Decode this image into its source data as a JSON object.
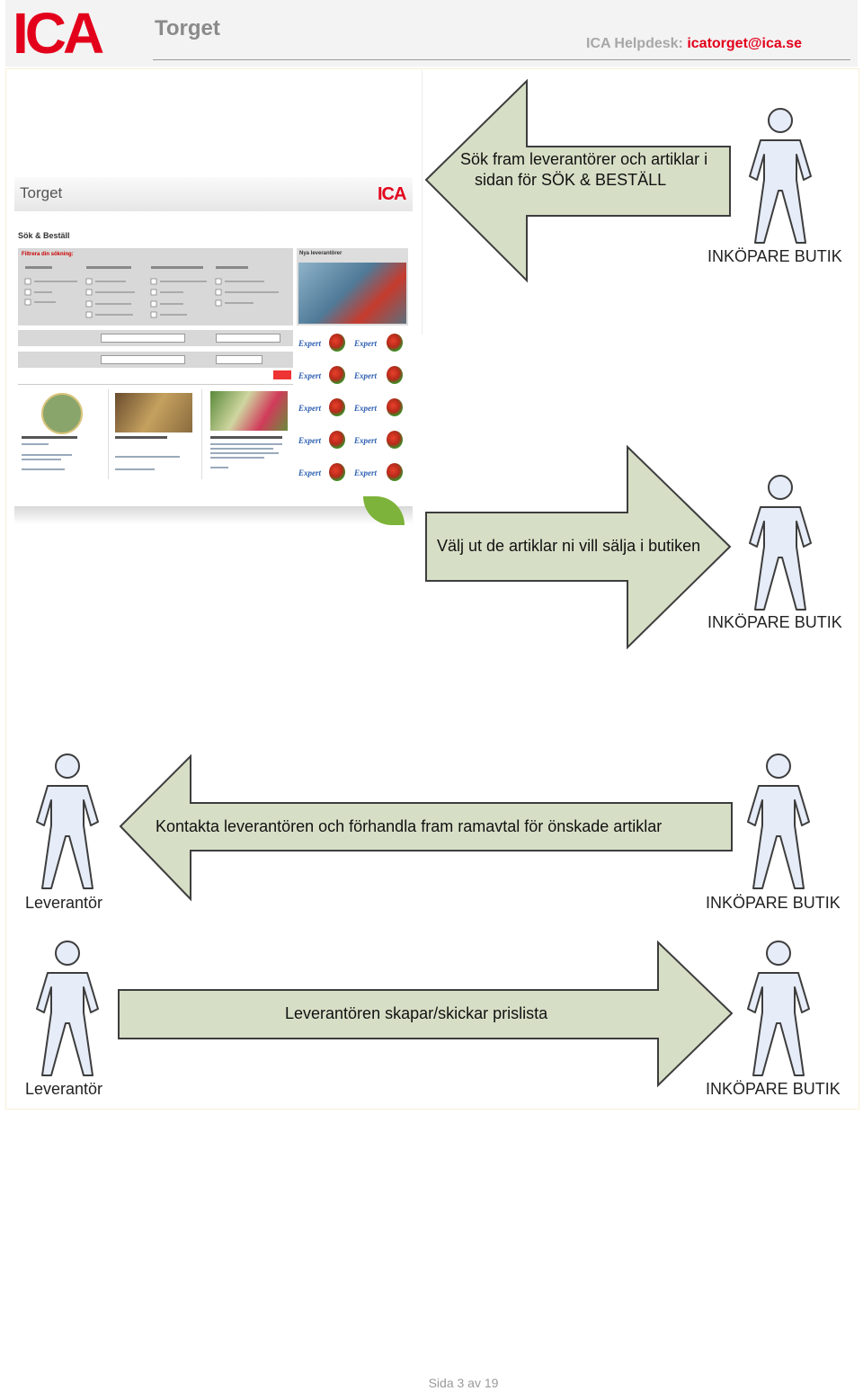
{
  "header": {
    "logo": "ICA",
    "title": "Torget",
    "helpdesk_label": "ICA Helpdesk:",
    "helpdesk_email": "icatorget@ica.se"
  },
  "mini_screenshot": {
    "title": "Torget",
    "logo": "ICA",
    "heading": "Sök & Beställ",
    "filter_heading": "Filtrera din sökning:",
    "news_heading": "Nya leverantörer",
    "expert_label": "Expert"
  },
  "diagram": {
    "steps": [
      {
        "caption_lines": [
          "Sök fram leverantörer och artiklar i",
          "sidan för SÖK & BESTÄLL"
        ],
        "left_role": "",
        "right_role": "INKÖPARE BUTIK"
      },
      {
        "caption_lines": [
          "Välj ut de artiklar ni vill sälja i butiken"
        ],
        "left_role": "",
        "right_role": "INKÖPARE BUTIK"
      },
      {
        "caption_lines": [
          "Kontakta leverantören och förhandla fram ramavtal för önskade artiklar"
        ],
        "left_role": "Leverantör",
        "right_role": "INKÖPARE BUTIK"
      },
      {
        "caption_lines": [
          "Leverantören skapar/skickar prislista"
        ],
        "left_role": "Leverantör",
        "right_role": "INKÖPARE BUTIK"
      }
    ]
  },
  "colors": {
    "arrow_fill": "#d6dfc6",
    "arrow_stroke": "#3d3d3d",
    "figure_fill": "#e6ecf8",
    "brand_red": "#e3001b"
  },
  "footer": {
    "page_label": "Sida 3 av 19"
  }
}
